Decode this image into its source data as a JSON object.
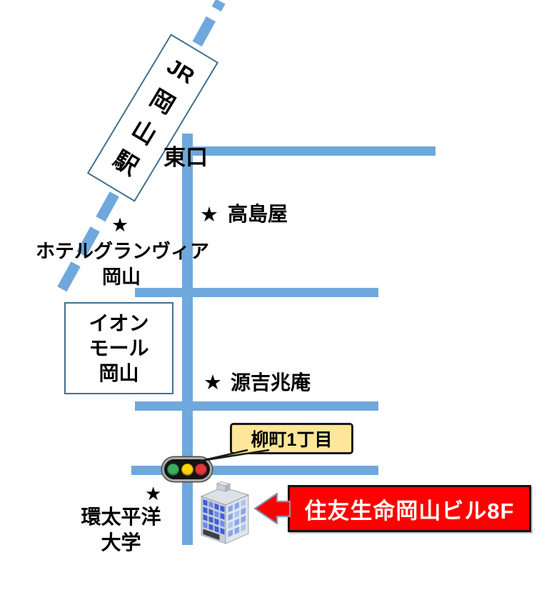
{
  "station": {
    "label": "JR岡山駅",
    "chars": [
      "JR",
      "岡",
      "山",
      "駅"
    ]
  },
  "landmarks": {
    "east_exit": "東口",
    "takashimaya": {
      "star": "★",
      "label": "高島屋"
    },
    "hotel": {
      "star": "★",
      "line1": "ホテルグランヴィア",
      "line2": "岡山"
    },
    "aeon": {
      "line1": "イオン",
      "line2": "モール",
      "line3": "岡山"
    },
    "minamoto": {
      "star": "★",
      "label": "源吉兆庵"
    },
    "university": {
      "star": "★",
      "line1": "環太平洋",
      "line2": "大学"
    }
  },
  "callout": {
    "label": "柳町1丁目"
  },
  "destination": {
    "label": "住友生命岡山ビル8F"
  },
  "icons": {
    "traffic_light": "traffic-light-icon",
    "building": "building-icon",
    "arrow": "arrow-left-icon",
    "star_marker": "star-icon",
    "railway": "railway-dashed-line"
  },
  "colors": {
    "road": "#6FA8DC",
    "outline": "#44708C",
    "callout_bg": "#FFE699",
    "callout_border": "#1A1A1A",
    "destination_bg": "#FE0000",
    "destination_text": "#FFFFFF",
    "arrow_fill": "#FE0000",
    "arrow_border": "#8496B0",
    "signal_green": "#3AAE5E",
    "signal_yellow": "#FFD60A",
    "signal_red": "#E2373B"
  }
}
